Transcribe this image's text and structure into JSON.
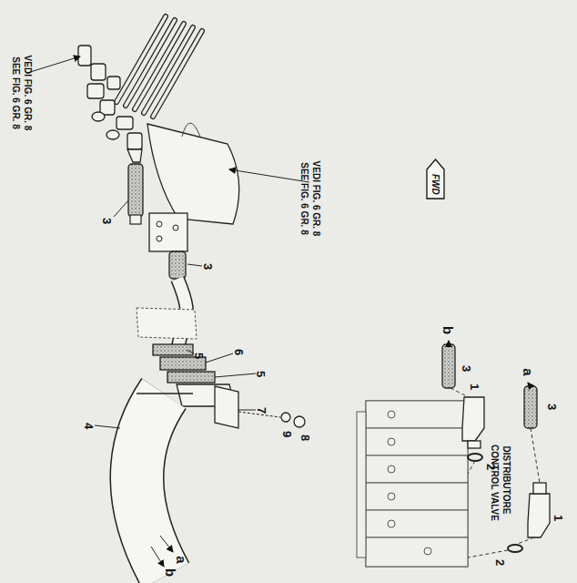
{
  "diagram": {
    "nodes": [
      {
        "text": [
          "FWD"
        ]
      }
    ],
    "labels": [
      "VEDI FIG. 6 GR. 8",
      "SEE FIG. 6 GR. 8",
      "VEDI FIG. 6 GR. 8",
      "SEE FIG. 6 GR. 8",
      "DISTRIBUTORE",
      "CONTROL VALVE",
      "b",
      "a",
      "3",
      "3",
      "1",
      "1",
      "2",
      "2",
      "3",
      "3",
      "5",
      "6",
      "5",
      "7",
      "9",
      "8",
      "4",
      "a",
      "b"
    ]
  }
}
